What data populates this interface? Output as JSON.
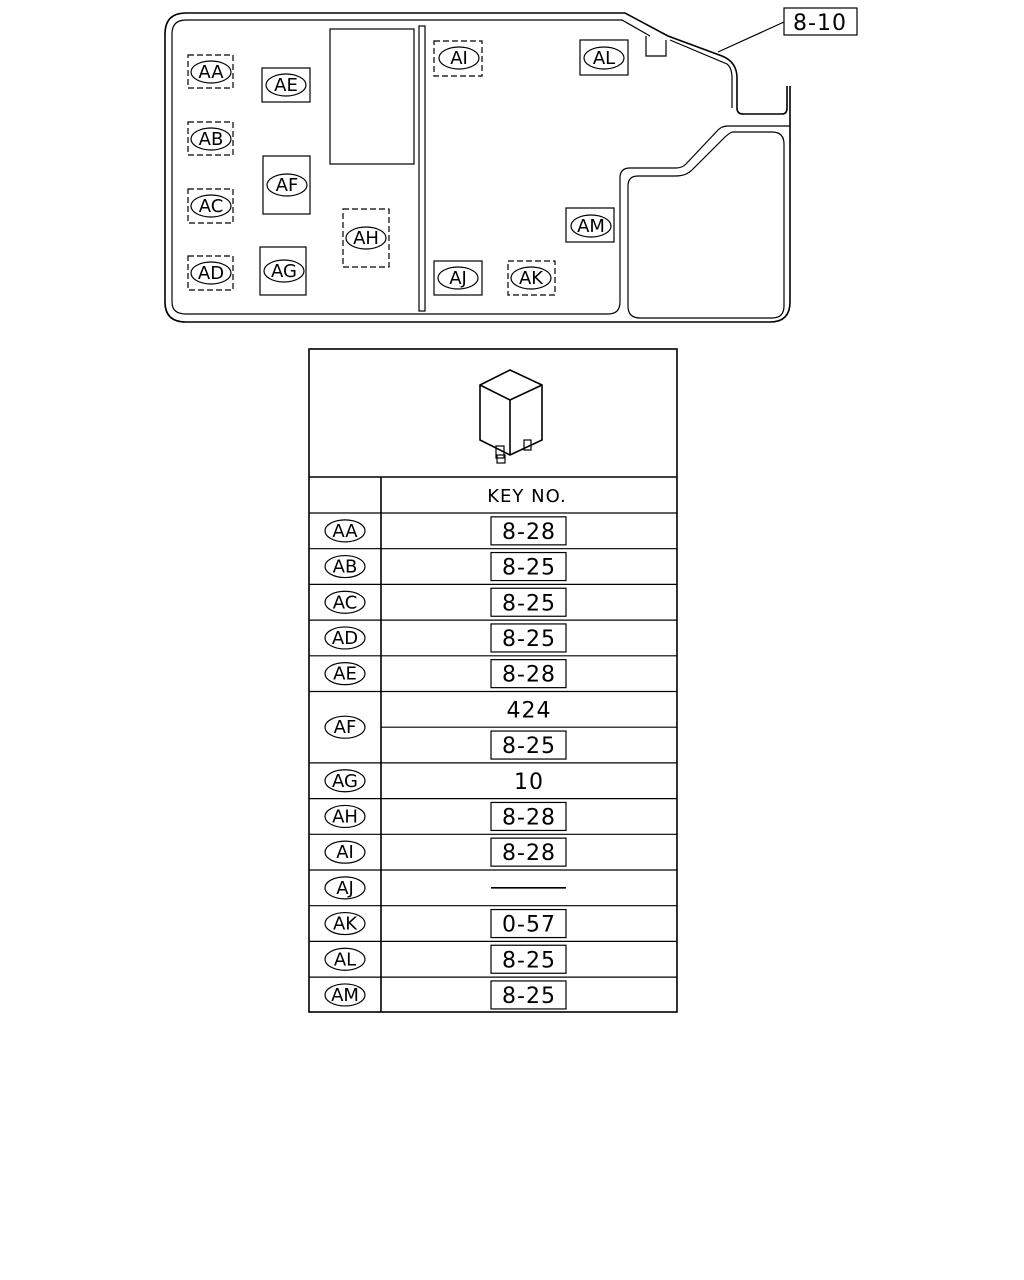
{
  "callout": {
    "label": "8-10"
  },
  "diagram_labels": {
    "AA": "AA",
    "AB": "AB",
    "AC": "AC",
    "AD": "AD",
    "AE": "AE",
    "AF": "AF",
    "AG": "AG",
    "AH": "AH",
    "AI": "AI",
    "AJ": "AJ",
    "AK": "AK",
    "AL": "AL",
    "AM": "AM"
  },
  "table": {
    "header": "KEY NO.",
    "rows": [
      {
        "code": "AA",
        "values": [
          {
            "text": "8-28",
            "boxed": true
          }
        ]
      },
      {
        "code": "AB",
        "values": [
          {
            "text": "8-25",
            "boxed": true
          }
        ]
      },
      {
        "code": "AC",
        "values": [
          {
            "text": "8-25",
            "boxed": true
          }
        ]
      },
      {
        "code": "AD",
        "values": [
          {
            "text": "8-25",
            "boxed": true
          }
        ]
      },
      {
        "code": "AE",
        "values": [
          {
            "text": "8-28",
            "boxed": true
          }
        ]
      },
      {
        "code": "AF",
        "values": [
          {
            "text": "424",
            "boxed": false
          },
          {
            "text": "8-25",
            "boxed": true
          }
        ]
      },
      {
        "code": "AG",
        "values": [
          {
            "text": "10",
            "boxed": false
          }
        ]
      },
      {
        "code": "AH",
        "values": [
          {
            "text": "8-28",
            "boxed": true
          }
        ]
      },
      {
        "code": "AI",
        "values": [
          {
            "text": "8-28",
            "boxed": true
          }
        ]
      },
      {
        "code": "AJ",
        "values": [
          {
            "text": "",
            "boxed": false,
            "dash": true
          }
        ]
      },
      {
        "code": "AK",
        "values": [
          {
            "text": "0-57",
            "boxed": true
          }
        ]
      },
      {
        "code": "AL",
        "values": [
          {
            "text": "8-25",
            "boxed": true
          }
        ]
      },
      {
        "code": "AM",
        "values": [
          {
            "text": "8-25",
            "boxed": true
          }
        ]
      }
    ]
  }
}
